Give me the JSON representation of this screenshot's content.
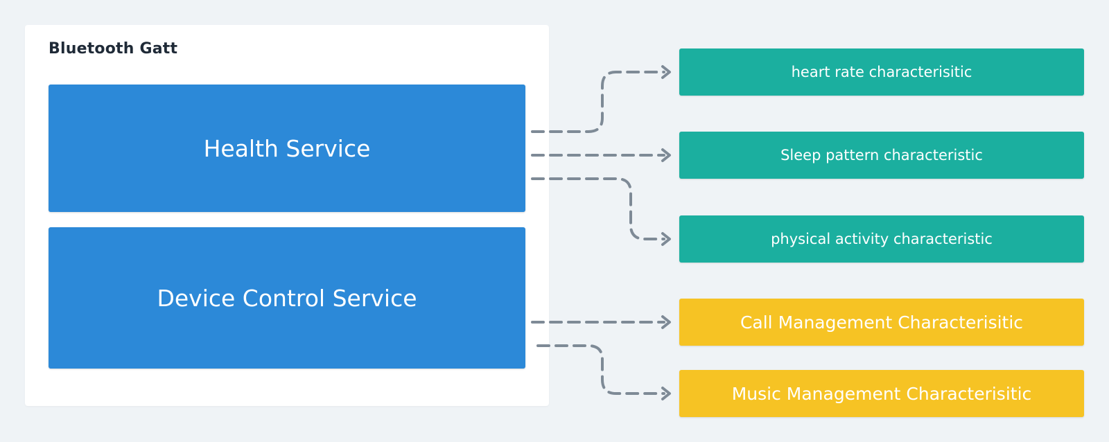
{
  "gatt": {
    "title": "Bluetooth Gatt",
    "services": [
      {
        "label": "Health Service",
        "color": "#2c89d8"
      },
      {
        "label": "Device Control Service",
        "color": "#2c89d8"
      }
    ]
  },
  "characteristics": [
    {
      "label": "heart rate characterisitic",
      "service": "Health Service",
      "color": "#1baf9f"
    },
    {
      "label": "Sleep pattern characteristic",
      "service": "Health Service",
      "color": "#1baf9f"
    },
    {
      "label": "physical activity characteristic",
      "service": "Health Service",
      "color": "#1baf9f"
    },
    {
      "label": "Call Management Characterisitic",
      "service": "Device Control Service",
      "color": "#f6c324"
    },
    {
      "label": "Music Management Characterisitic",
      "service": "Device Control Service",
      "color": "#f6c324"
    }
  ],
  "connector_color": "#7e8a96",
  "background_color": "#eff3f6"
}
